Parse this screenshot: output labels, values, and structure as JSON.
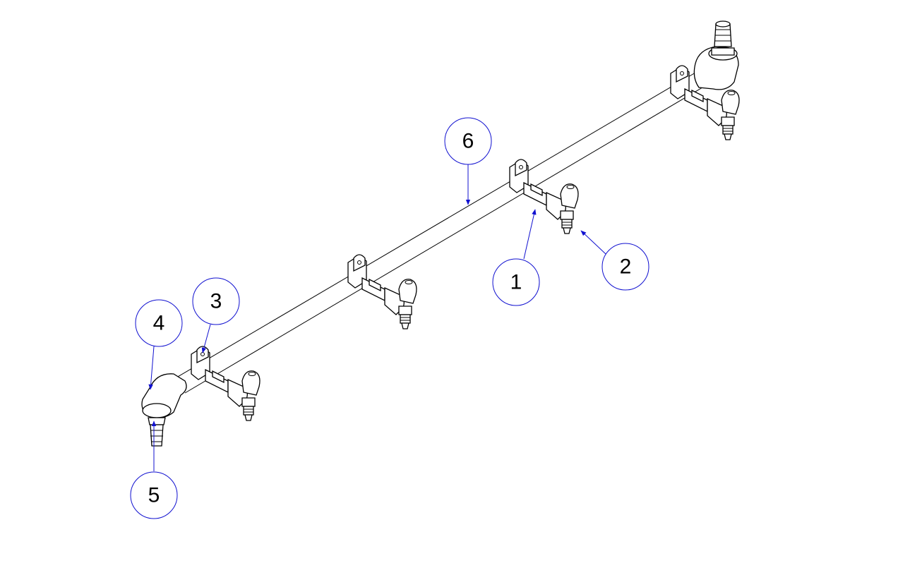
{
  "callouts": [
    {
      "label": "1"
    },
    {
      "label": "2"
    },
    {
      "label": "3"
    },
    {
      "label": "4"
    },
    {
      "label": "5"
    },
    {
      "label": "6"
    }
  ],
  "colors": {
    "callout": "#1010d0",
    "line": "#000000"
  }
}
